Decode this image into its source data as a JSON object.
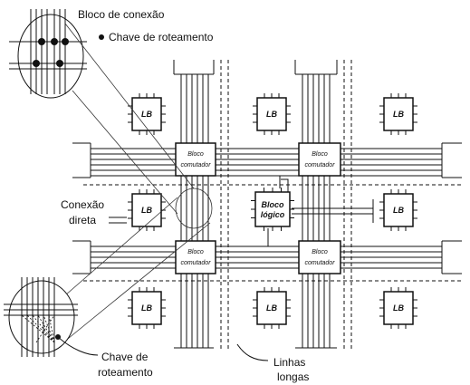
{
  "annotations": {
    "connection_block": "Bloco de conexão",
    "routing_switch_top": "Chave de roteamento",
    "direct_connection_line1": "Conexão",
    "direct_connection_line2": "direta",
    "routing_switch_bottom_line1": "Chave de",
    "routing_switch_bottom_line2": "roteamento",
    "long_lines_line1": "Linhas",
    "long_lines_line2": "longas"
  },
  "blocks": {
    "lb_label": "LB",
    "logic_block_line1": "Bloco",
    "logic_block_line2": "lógico",
    "switch_block_line1": "Bloco",
    "switch_block_line2": "comutador"
  },
  "colors": {
    "ink": "#111111",
    "background": "#ffffff"
  }
}
